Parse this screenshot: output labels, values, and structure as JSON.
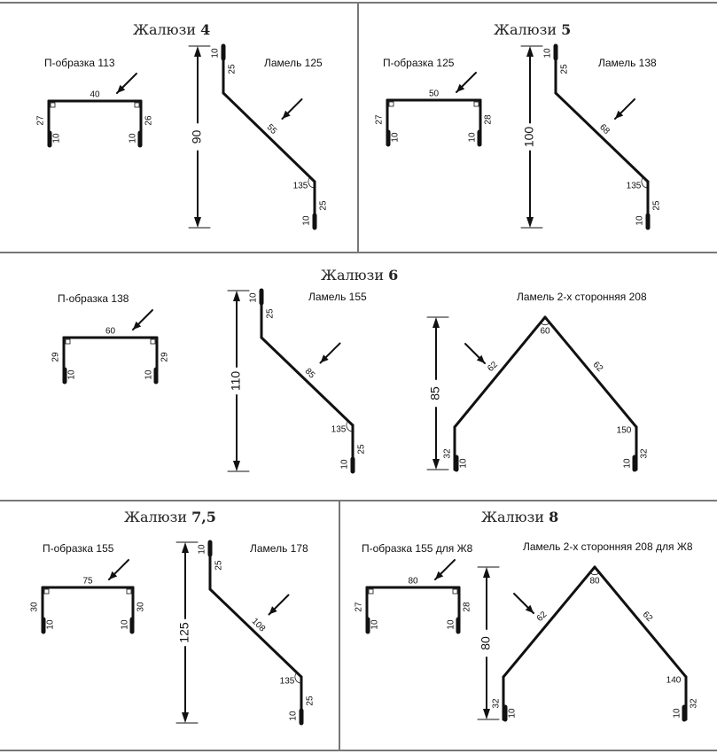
{
  "sections": [
    {
      "title": {
        "name": "Жалюзи ",
        "number": "4"
      },
      "profiles": [
        {
          "kind": "p",
          "label": "П-образка 113",
          "top": "40",
          "left": "27",
          "right": "26",
          "hem_left": "10",
          "hem_right": "10"
        },
        {
          "kind": "lamel",
          "label": "Ламель 125",
          "hem_top": "10",
          "upper": "25",
          "diag": "55",
          "angle": "135",
          "lower": "25",
          "hem_bottom": "10",
          "height": "90"
        }
      ]
    },
    {
      "title": {
        "name": "Жалюзи ",
        "number": "5"
      },
      "profiles": [
        {
          "kind": "p",
          "label": "П-образка 125",
          "top": "50",
          "left": "27",
          "right": "28",
          "hem_left": "10",
          "hem_right": "10"
        },
        {
          "kind": "lamel",
          "label": "Ламель 138",
          "hem_top": "10",
          "upper": "25",
          "diag": "68",
          "angle": "135",
          "lower": "25",
          "hem_bottom": "10",
          "height": "100"
        }
      ]
    },
    {
      "title": {
        "name": "Жалюзи ",
        "number": "6"
      },
      "profiles": [
        {
          "kind": "p",
          "label": "П-образка 138",
          "top": "60",
          "left": "29",
          "right": "29",
          "hem_left": "10",
          "hem_right": "10"
        },
        {
          "kind": "lamel",
          "label": "Ламель 155",
          "hem_top": "10",
          "upper": "25",
          "diag": "85",
          "angle": "135",
          "lower": "25",
          "hem_bottom": "10",
          "height": "110"
        },
        {
          "kind": "double",
          "label": "Ламель 2-х сторонняя 208",
          "left_side": "62",
          "apex": "60",
          "right_side": "62",
          "bend": "150",
          "left_leg": "32",
          "left_hem": "10",
          "right_leg": "32",
          "right_hem": "10",
          "height": "85"
        }
      ]
    },
    {
      "title": {
        "name": "Жалюзи ",
        "number": "7,5"
      },
      "profiles": [
        {
          "kind": "p",
          "label": "П-образка 155",
          "top": "75",
          "left": "30",
          "right": "30",
          "hem_left": "10",
          "hem_right": "10"
        },
        {
          "kind": "lamel",
          "label": "Ламель 178",
          "hem_top": "10",
          "upper": "25",
          "diag": "108",
          "angle": "135",
          "lower": "25",
          "hem_bottom": "10",
          "height": "125"
        }
      ]
    },
    {
      "title": {
        "name": "Жалюзи ",
        "number": "8"
      },
      "profiles": [
        {
          "kind": "p",
          "label": "П-образка 155 для Ж8",
          "top": "80",
          "left": "27",
          "right": "28",
          "hem_left": "10",
          "hem_right": "10"
        },
        {
          "kind": "double",
          "label": "Ламель 2-х сторонняя 208 для Ж8",
          "left_side": "62",
          "apex": "80",
          "right_side": "62",
          "bend": "140",
          "left_leg": "32",
          "left_hem": "10",
          "right_leg": "32",
          "right_hem": "10",
          "height": "80"
        }
      ]
    }
  ]
}
